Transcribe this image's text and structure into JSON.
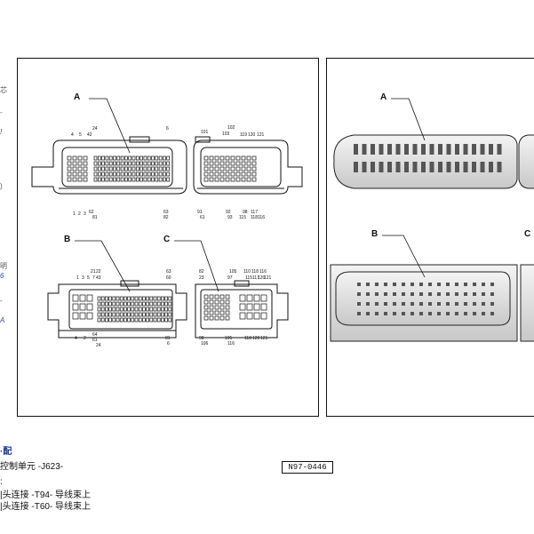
{
  "left_edge": {
    "e1": "芯",
    "e2": "-",
    "e3": "!",
    "e4": ")",
    "e5": "明",
    "e6": "6",
    "e7": "-",
    "e8": "A"
  },
  "figure": {
    "ref_code": "N97-0446",
    "labels": {
      "a": "A",
      "b": "B",
      "c": "C",
      "a2": "A",
      "b2": "B",
      "c2": "C"
    },
    "connector_a": {
      "top_pins": [
        "4",
        "5",
        "42",
        "24",
        "6",
        "101",
        "102",
        "103",
        "119",
        "120",
        "121"
      ],
      "bottom_pins": [
        "1",
        "2",
        "3",
        "62",
        "81",
        "63",
        "82",
        "61",
        "91",
        "92",
        "93",
        "98",
        "115",
        "117",
        "118",
        "116"
      ]
    },
    "connector_b": {
      "top_pins": [
        "1",
        "3",
        "5",
        "7",
        "21",
        "22",
        "43",
        "63",
        "60"
      ],
      "bottom_pins": [
        "4",
        "2",
        "64",
        "61",
        "24",
        "81",
        "6"
      ]
    },
    "connector_c": {
      "top_pins": [
        "82",
        "23",
        "105",
        "97",
        "110",
        "118",
        "116",
        "115",
        "117",
        "120",
        "121"
      ],
      "bottom_pins": [
        "98",
        "106",
        "105",
        "116",
        "118",
        "120",
        "121"
      ]
    }
  },
  "text": {
    "line1": "·配",
    "line2": "控制单元 -J623-",
    "line3": ":",
    "line4": "|头连接 -T94- 导线束上",
    "line5": "|头连接 -T60- 导线束上"
  }
}
